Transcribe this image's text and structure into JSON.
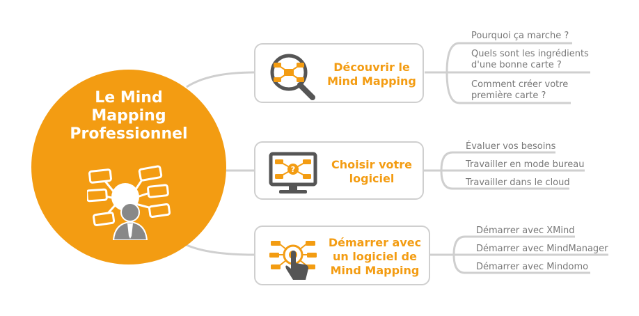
{
  "hub": {
    "title_lines": [
      "Le Mind",
      "Mapping",
      "Professionnel"
    ]
  },
  "colors": {
    "accent": "#F39C12",
    "connector": "#cfcfcf",
    "leaf_text": "#777777",
    "icon_dark": "#555555"
  },
  "branches": [
    {
      "label_lines": [
        "Découvrir le",
        "Mind Mapping"
      ],
      "icon": "magnifier-mindmap-icon",
      "leaves": [
        {
          "lines": [
            "Pourquoi ça marche ?"
          ]
        },
        {
          "lines": [
            "Quels sont les ingrédients",
            "d'une bonne carte ?"
          ]
        },
        {
          "lines": [
            "Comment créer votre",
            "première carte ?"
          ]
        }
      ]
    },
    {
      "label_lines": [
        "Choisir votre",
        "logiciel"
      ],
      "icon": "monitor-mindmap-icon",
      "leaves": [
        {
          "lines": [
            "Évaluer vos besoins"
          ]
        },
        {
          "lines": [
            "Travailler en mode bureau"
          ]
        },
        {
          "lines": [
            "Travailler dans le cloud"
          ]
        }
      ]
    },
    {
      "label_lines": [
        "Démarrer avec",
        "un logiciel de",
        "Mind Mapping"
      ],
      "icon": "pointer-hand-mindmap-icon",
      "leaves": [
        {
          "lines": [
            "Démarrer avec XMind"
          ]
        },
        {
          "lines": [
            "Démarrer avec MindManager"
          ]
        },
        {
          "lines": [
            "Démarrer avec Mindomo"
          ]
        }
      ]
    }
  ]
}
